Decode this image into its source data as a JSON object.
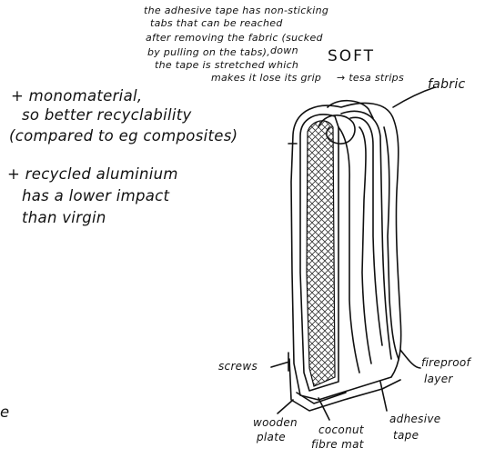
{
  "note_top": {
    "line1": "the adhesive tape has non-sticking",
    "line2": "tabs that can be reached",
    "line3": "after removing the fabric (sucked",
    "line3b": "down",
    "line4": "by pulling on the tabs),",
    "line5": "the tape is stretched which",
    "line6": "makes it lose its grip",
    "line6b": "→ tesa strips"
  },
  "soft_label": "SOFT",
  "fabric_label": "fabric",
  "pros": {
    "item1_line1": "+ monomaterial,",
    "item1_line2": "so better recyclability",
    "item1_line3": "(compared to eg composites)",
    "item2_line1": "+ recycled aluminium",
    "item2_line2": "has a lower impact",
    "item2_line3": "than virgin"
  },
  "labels": {
    "screws": "screws",
    "fireproof1": "fireproof",
    "fireproof2": "layer",
    "wooden1": "wooden",
    "wooden2": "plate",
    "coconut1": "coconut",
    "coconut2": "fibre mat",
    "adhesive1": "adhesive",
    "adhesive2": "tape",
    "edge_fragment": "e"
  }
}
